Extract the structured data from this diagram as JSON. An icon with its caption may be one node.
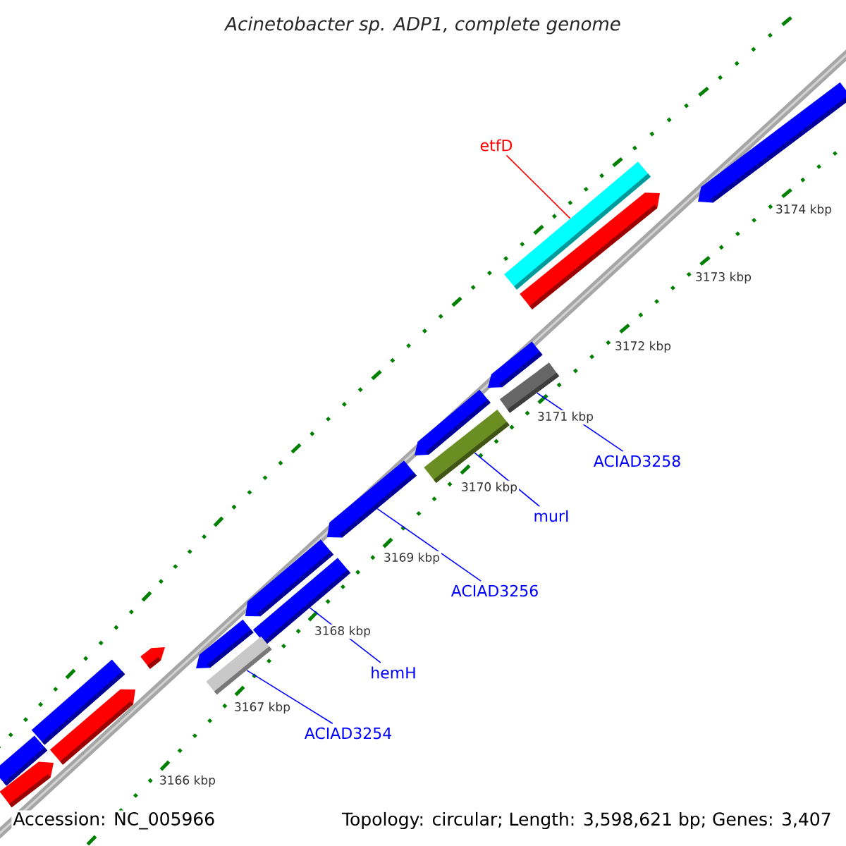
{
  "diagram": {
    "title": "Acinetobacter sp. ADP1, complete genome",
    "nodes": [
      {
        "text": [],
        "shape": "bar"
      },
      {
        "text": [],
        "shape": "bar"
      },
      {
        "text": [],
        "shape": "bar"
      },
      {
        "text": [],
        "shape": "bar"
      },
      {
        "text": [],
        "shape": "bar"
      },
      {
        "text": [],
        "shape": "bar"
      },
      {
        "text": [],
        "shape": "bar"
      },
      {
        "text": [],
        "shape": "bar"
      },
      {
        "text": [],
        "shape": "bar"
      },
      {
        "text": [],
        "shape": "bar"
      },
      {
        "text": [],
        "shape": "bar"
      },
      {
        "text": [],
        "shape": "bar"
      },
      {
        "text": [],
        "shape": "bar"
      },
      {
        "text": [],
        "shape": "bar"
      },
      {
        "text": [],
        "shape": "bar"
      },
      {
        "text": [],
        "shape": "bar"
      },
      {
        "text": [],
        "shape": "bar"
      },
      {
        "text": [
          "etfD"
        ]
      },
      {
        "text": [
          "ACIAD3258"
        ]
      },
      {
        "text": [
          "murI"
        ]
      },
      {
        "text": [
          "ACIAD3256"
        ]
      },
      {
        "text": [
          "hemH"
        ]
      },
      {
        "text": [
          "ACIAD3254"
        ]
      }
    ],
    "edges": [
      {
        "from": 17,
        "to": 0,
        "arrow": "none",
        "color": "#ff0000"
      },
      {
        "from": 18,
        "to": 4,
        "arrow": "none"
      },
      {
        "from": 19,
        "to": 6,
        "arrow": "none"
      },
      {
        "from": 20,
        "to": 7,
        "arrow": "none"
      },
      {
        "from": 21,
        "to": 9,
        "arrow": "none"
      },
      {
        "from": 22,
        "to": 11,
        "arrow": "none"
      }
    ],
    "labels": [
      "3174 kbp",
      "3173 kbp",
      "3172 kbp",
      "3171 kbp",
      "3170 kbp",
      "3169 kbp",
      "3168 kbp",
      "3167 kbp",
      "3166 kbp",
      "Accession: NC_005966",
      "Topology: circular; Length: 3,598,621 bp; Genes: 3,407"
    ]
  }
}
